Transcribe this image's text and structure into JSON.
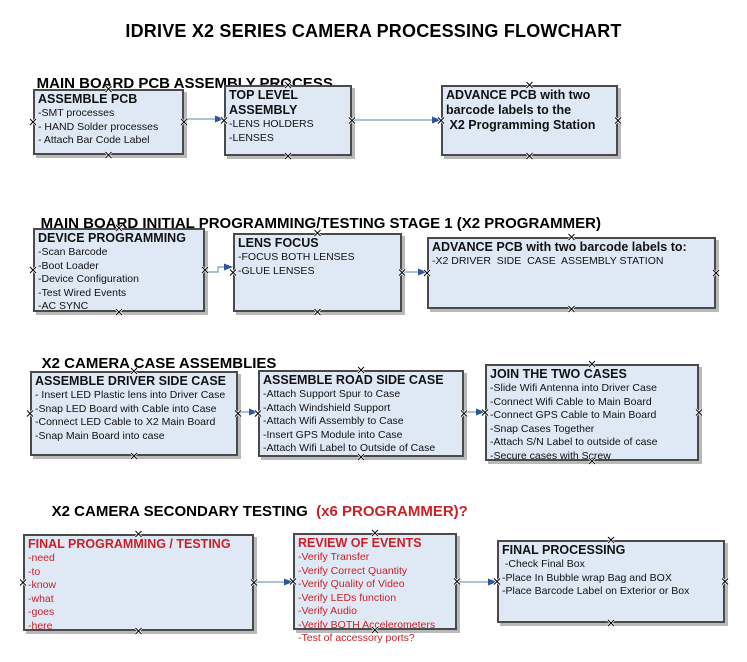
{
  "title": "IDRIVE X2  SERIES CAMERA PROCESSING FLOWCHART",
  "colors": {
    "box_fill": "#dfe9f5",
    "box_border": "#4a4a4a",
    "red_text": "#cc2027",
    "arrow_line": "#94aacd",
    "arrow_head": "#2d55a0",
    "heading_text": "#000000"
  },
  "sections": [
    {
      "heading": "MAIN BOARD PCB ASSEMBLY PROCESS",
      "boxes": [
        {
          "title": "ASSEMBLE PCB",
          "lines": [
            "-SMT processes",
            "- HAND Solder processes",
            "- Attach Bar Code Label"
          ]
        },
        {
          "title": "TOP LEVEL ASSEMBLY",
          "lines": [
            "-LENS HOLDERS",
            "-LENSES"
          ]
        },
        {
          "title_lines": [
            "ADVANCE PCB with two",
            "barcode labels to the",
            " X2 Programming Station"
          ]
        }
      ]
    },
    {
      "heading": "MAIN BOARD INITIAL PROGRAMMING/TESTING STAGE 1 (X2 PROGRAMMER)",
      "boxes": [
        {
          "title": "DEVICE PROGRAMMING",
          "lines": [
            "-Scan Barcode",
            "-Boot Loader",
            "-Device Configuration",
            "-Test Wired Events",
            "-AC SYNC"
          ]
        },
        {
          "title": "LENS FOCUS",
          "lines": [
            "-FOCUS BOTH LENSES",
            "-GLUE LENSES"
          ]
        },
        {
          "title": "ADVANCE PCB with two barcode labels to:",
          "lines": [
            "-X2 DRIVER  SIDE  CASE  ASSEMBLY STATION"
          ]
        }
      ]
    },
    {
      "heading": "X2 CAMERA CASE ASSEMBLIES",
      "boxes": [
        {
          "title": "ASSEMBLE DRIVER SIDE CASE",
          "lines": [
            "- Insert LED Plastic lens into Driver Case",
            "-Snap LED Board with Cable into Case",
            "-Connect LED Cable to X2 Main Board",
            "-Snap Main Board into case"
          ]
        },
        {
          "title": "ASSEMBLE ROAD SIDE CASE",
          "lines": [
            "-Attach Support Spur to Case",
            "-Attach Windshield Support",
            "-Attach Wifi Assembly to Case",
            "-Insert GPS Module into Case",
            "-Attach Wifi Label to Outside of Case"
          ]
        },
        {
          "title": "JOIN THE TWO CASES",
          "lines": [
            "-Slide Wifi Antenna into Driver Case",
            "-Connect Wifi Cable to Main Board",
            "-Connect GPS Cable to Main Board",
            "-Snap Cases Together",
            "-Attach S/N Label to outside of case",
            "-Secure cases with Screw"
          ]
        }
      ]
    },
    {
      "heading": "X2 CAMERA SECONDARY TESTING ",
      "heading_red": " (x6 PROGRAMMER)?",
      "boxes": [
        {
          "title": "FINAL PROGRAMMING / TESTING",
          "text_color": "#cc2027",
          "lines": [
            "-need",
            "-to",
            "-know",
            "-what",
            "-goes",
            "-here"
          ]
        },
        {
          "title": "REVIEW OF EVENTS",
          "text_color": "#cc2027",
          "lines": [
            "-Verify Transfer",
            "-Verify Correct Quantity",
            "-Verify Quality of Video",
            "-Verify LEDs function",
            "-Verify Audio",
            "-Verify BOTH Accelerometers",
            "-Test of accessory ports?"
          ]
        },
        {
          "title": "FINAL PROCESSING",
          "lines": [
            " -Check Final Box",
            "-Place In Bubble wrap Bag and BOX",
            "-Place Barcode Label on Exterior or Box"
          ]
        }
      ]
    }
  ]
}
